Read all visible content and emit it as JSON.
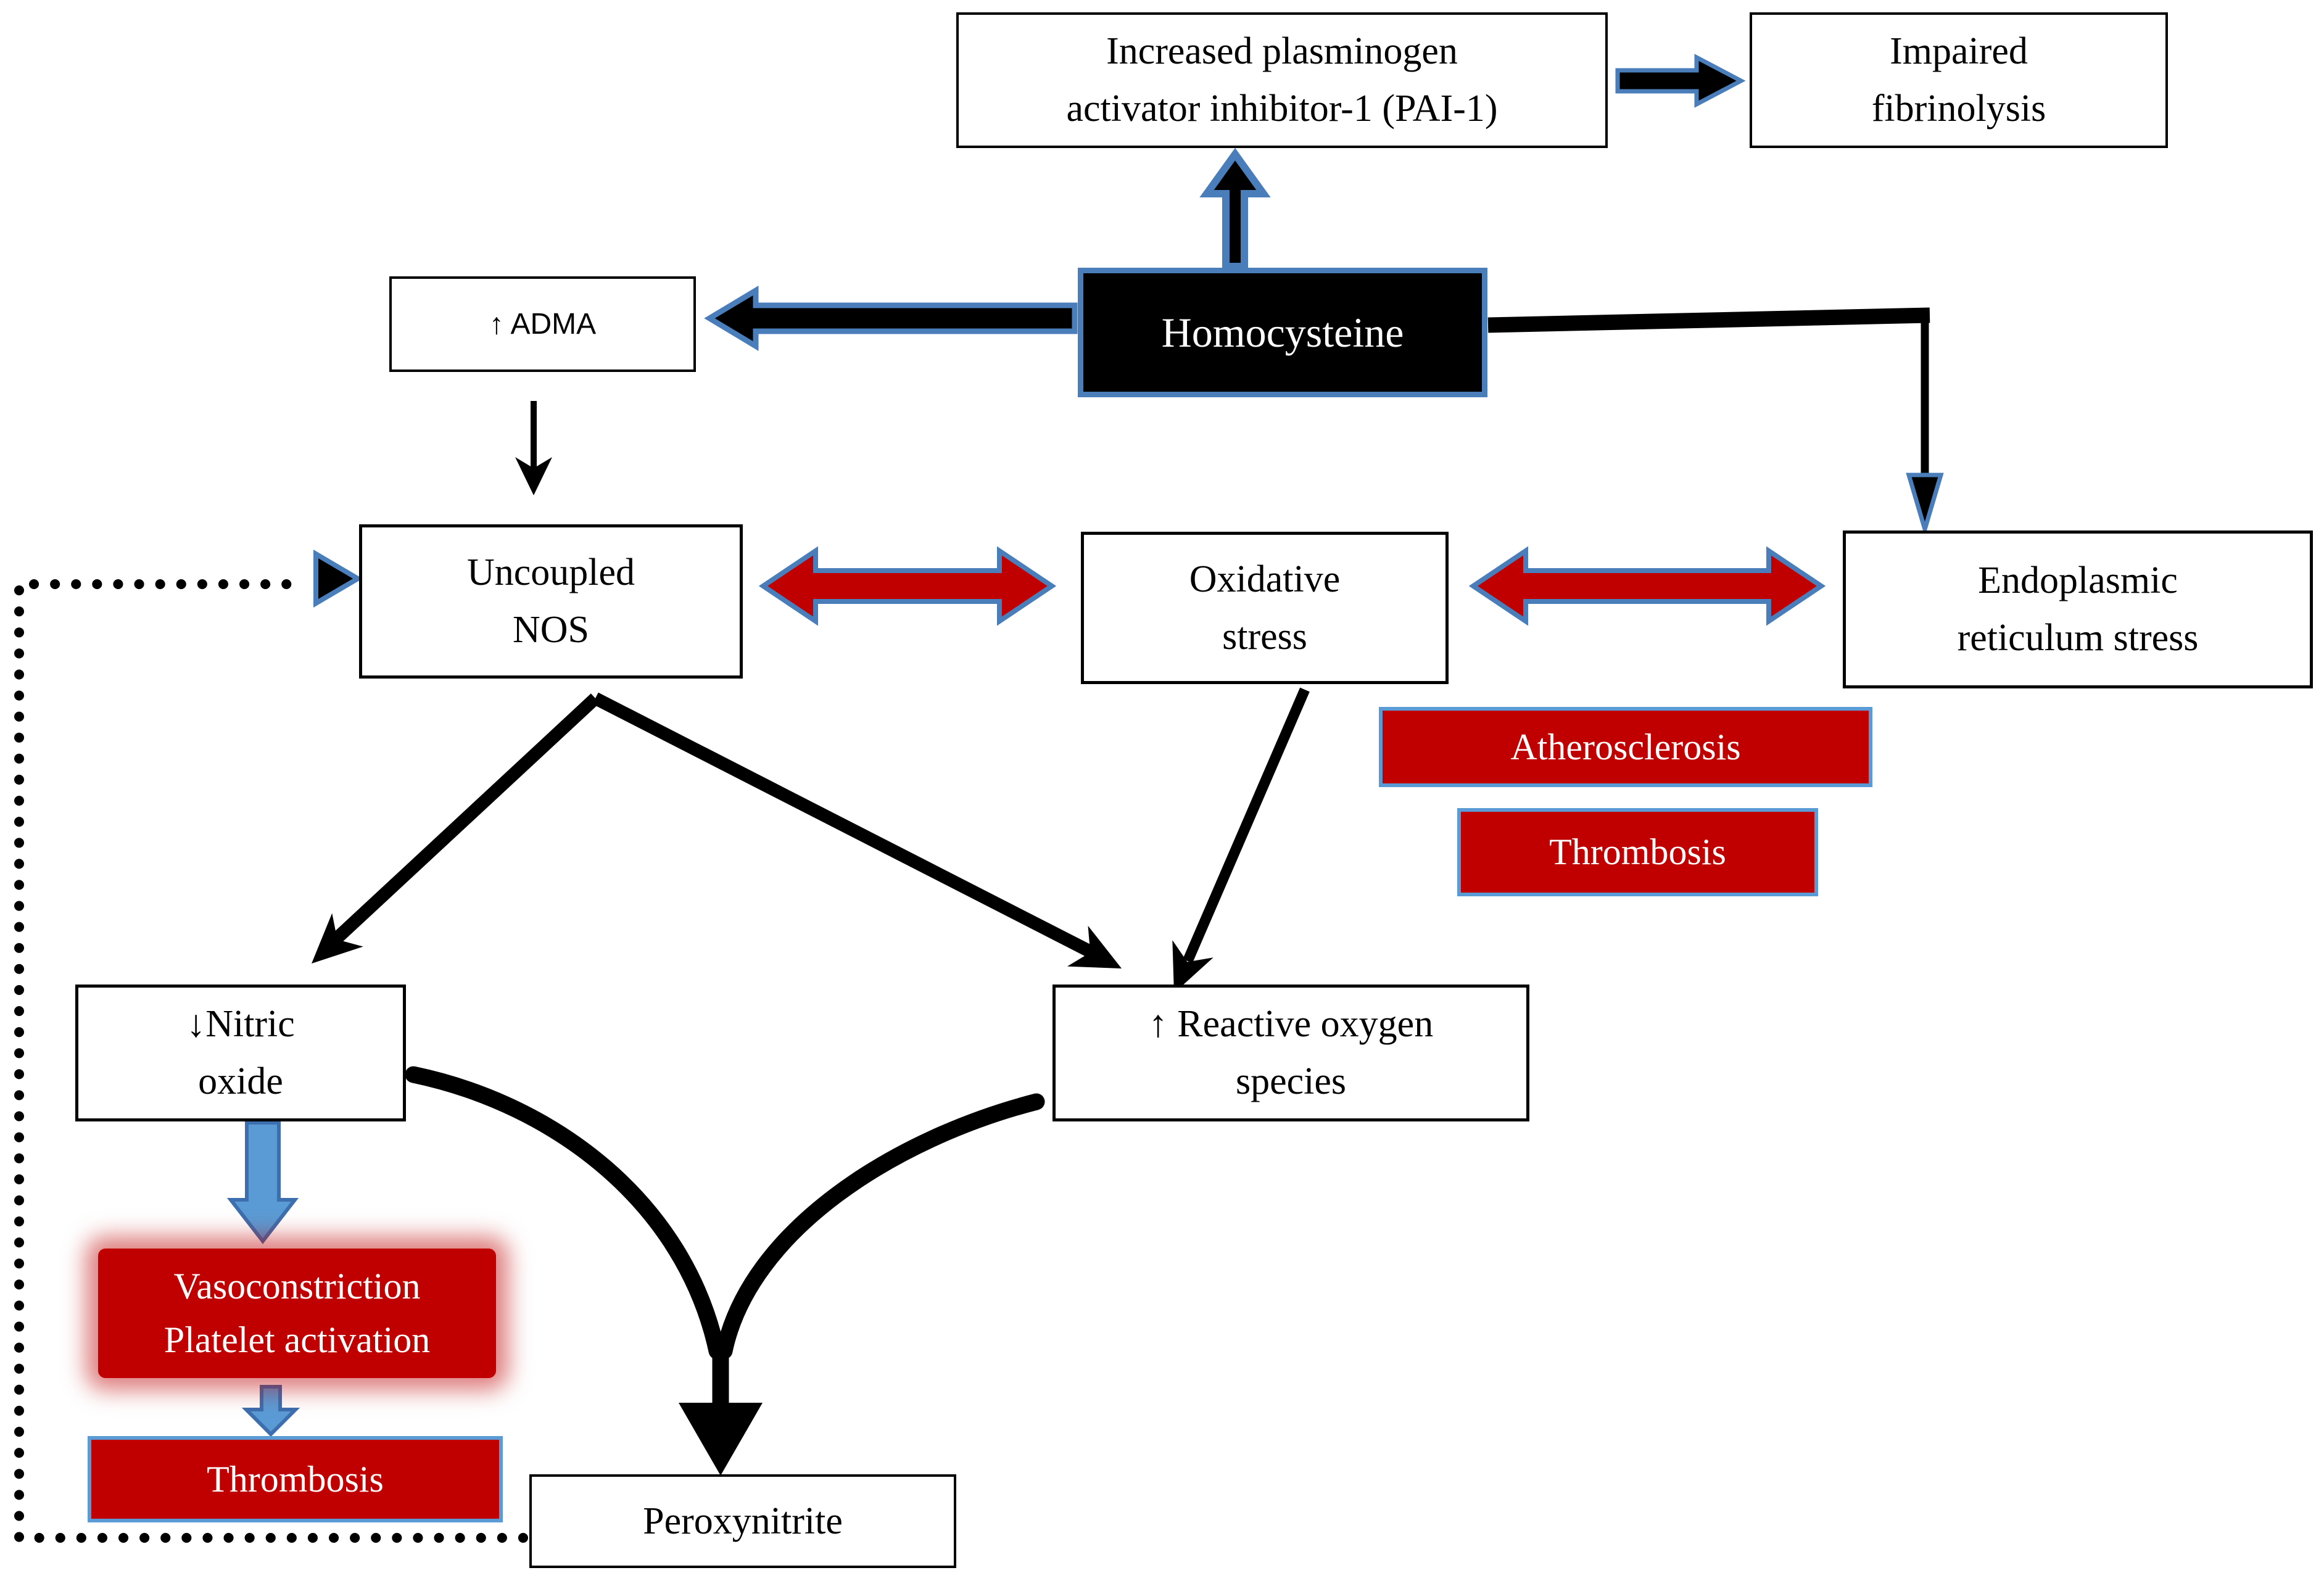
{
  "diagram": {
    "title": "Homocysteine mechanisms flowchart",
    "colors": {
      "node_red": "#c00000",
      "blue_border": "#5b9bd5",
      "blue_arrow_outline": "#4a7ebb",
      "blue_arrow_fill": "#5b9bd5",
      "black": "#000000",
      "white": "#ffffff"
    },
    "nodes": {
      "pai1": {
        "label": "Increased plasminogen\nactivator inhibitor-1 (PAI-1)"
      },
      "impaired_fibrinolysis": {
        "label": "Impaired\nfibrinolysis"
      },
      "homocysteine": {
        "label": "Homocysteine"
      },
      "adma": {
        "label": "↑ ADMA"
      },
      "uncoupled_nos": {
        "label": "Uncoupled\nNOS"
      },
      "oxidative_stress": {
        "label": "Oxidative\nstress"
      },
      "er_stress": {
        "label": "Endoplasmic\nreticulum stress"
      },
      "atherosclerosis": {
        "label": "Atherosclerosis"
      },
      "thrombosis_right": {
        "label": "Thrombosis"
      },
      "nitric_oxide": {
        "label": "↓Nitric\noxide"
      },
      "reactive_oxygen_species": {
        "label": "↑ Reactive oxygen\nspecies"
      },
      "vasoconstriction": {
        "label": "Vasoconstriction\nPlatelet activation"
      },
      "thrombosis_left": {
        "label": "Thrombosis"
      },
      "peroxynitrite": {
        "label": "Peroxynitrite"
      }
    },
    "connections": [
      {
        "from": "homocysteine",
        "to": "pai1",
        "style": "black-block-arrow-blue-outline"
      },
      {
        "from": "pai1",
        "to": "impaired_fibrinolysis",
        "style": "black-block-arrow-blue-outline"
      },
      {
        "from": "homocysteine",
        "to": "adma",
        "style": "black-block-arrow-blue-outline"
      },
      {
        "from": "homocysteine",
        "to": "er_stress",
        "style": "black-elbow-arrow"
      },
      {
        "from": "adma",
        "to": "uncoupled_nos",
        "style": "thin-black-arrow"
      },
      {
        "from": "uncoupled_nos",
        "to": "oxidative_stress",
        "style": "red-double-arrow-blue-outline"
      },
      {
        "from": "oxidative_stress",
        "to": "er_stress",
        "style": "red-double-arrow-blue-outline"
      },
      {
        "from": "uncoupled_nos",
        "to": "nitric_oxide",
        "style": "thick-black-arrow"
      },
      {
        "from": "uncoupled_nos",
        "to": "reactive_oxygen_species",
        "style": "thick-black-arrow"
      },
      {
        "from": "oxidative_stress",
        "to": "reactive_oxygen_species",
        "style": "thick-black-arrow"
      },
      {
        "from": "nitric_oxide",
        "to": "peroxynitrite",
        "style": "curved-black-arrow"
      },
      {
        "from": "reactive_oxygen_species",
        "to": "peroxynitrite",
        "style": "curved-black-arrow"
      },
      {
        "from": "nitric_oxide",
        "to": "vasoconstriction",
        "style": "blue-block-arrow"
      },
      {
        "from": "vasoconstriction",
        "to": "thrombosis_left",
        "style": "blue-block-arrow"
      },
      {
        "from": "thrombosis_left",
        "to": "uncoupled_nos",
        "style": "dotted-black-feedback-arrow"
      }
    ]
  }
}
